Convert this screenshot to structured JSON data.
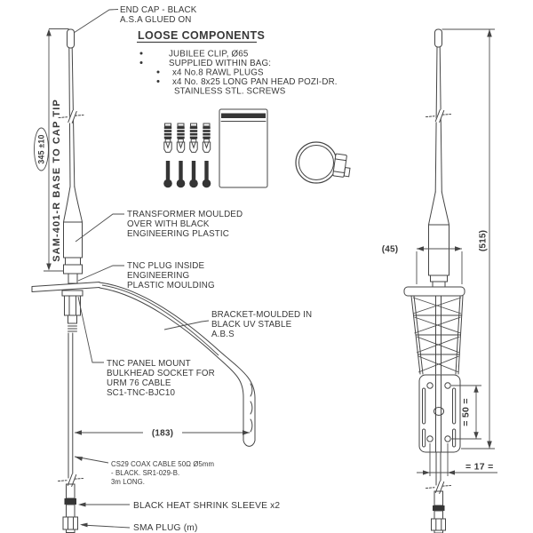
{
  "page": {
    "background": "#ffffff",
    "line_color": "#454545",
    "text_color": "#383838"
  },
  "loose_components": {
    "heading": "LOOSE COMPONENTS",
    "items": [
      "JUBILEE CLIP, Ø65",
      "SUPPLIED WITHIN BAG:",
      "x4 No.8 RAWL PLUGS",
      "x4 No. 8x25 LONG PAN HEAD POZI-DR.",
      "STAINLESS STL. SCREWS"
    ]
  },
  "side_view": {
    "axis_label": "SAM-401-R BASE TO CAP TIP",
    "dims": {
      "total_length": "345 ±10",
      "bracket_depth": "(183)"
    },
    "labels": {
      "end_cap": [
        "END CAP - BLACK",
        "A.S.A GLUED ON"
      ],
      "transformer": [
        "TRANSFORMER MOULDED",
        "OVER WITH BLACK",
        "ENGINEERING PLASTIC"
      ],
      "tnc_plug": [
        "TNC PLUG INSIDE",
        "ENGINEERING",
        "PLASTIC MOULDING"
      ],
      "bracket": [
        "BRACKET-MOULDED IN",
        "BLACK UV STABLE",
        "A.B.S"
      ],
      "tnc_socket": [
        "TNC PANEL MOUNT",
        "BULKHEAD SOCKET FOR",
        "URM 76 CABLE",
        "SC1-TNC-BJC10"
      ],
      "coax_cable": [
        "CS29 COAX CABLE 50Ω Ø5mm",
        "- BLACK. SR1-029-B.",
        "3m LONG."
      ],
      "heat_shrink": "BLACK HEAT SHRINK SLEEVE x2",
      "sma_plug": "SMA PLUG (m)"
    }
  },
  "front_view": {
    "dims": {
      "body_width": "(45)",
      "overall_height": "(515)",
      "hole_spacing_vertical": "= 50 =",
      "hole_spacing_horizontal": "= 17 ="
    }
  }
}
